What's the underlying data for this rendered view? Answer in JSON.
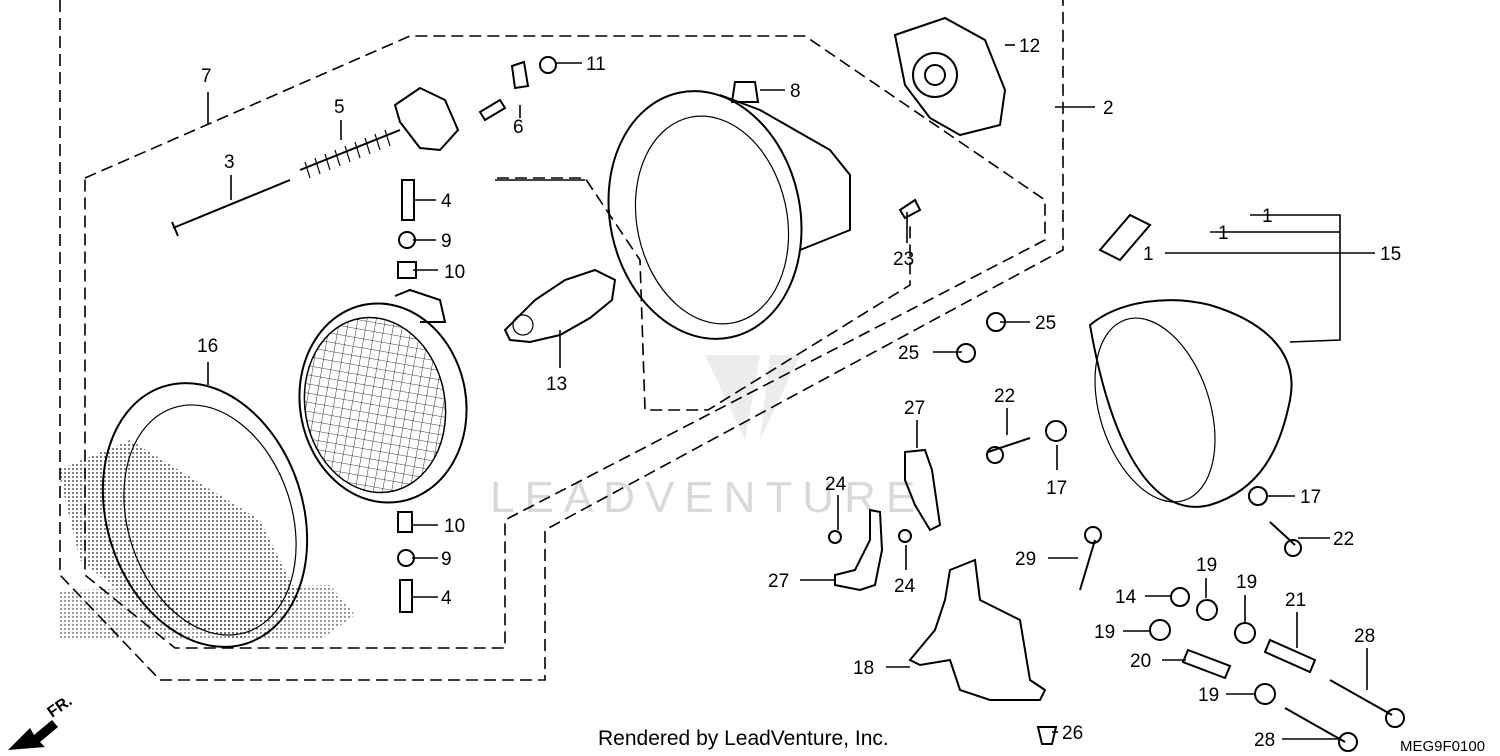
{
  "labels": {
    "p1a": "1",
    "p1b": "1",
    "p1c": "1",
    "p2": "2",
    "p3": "3",
    "p4a": "4",
    "p4b": "4",
    "p5": "5",
    "p6": "6",
    "p7": "7",
    "p8": "8",
    "p9a": "9",
    "p9b": "9",
    "p10a": "10",
    "p10b": "10",
    "p11": "11",
    "p12": "12",
    "p13": "13",
    "p14": "14",
    "p15": "15",
    "p16": "16",
    "p17a": "17",
    "p17b": "17",
    "p18": "18",
    "p19a": "19",
    "p19b": "19",
    "p19c": "19",
    "p19d": "19",
    "p20": "20",
    "p21": "21",
    "p22a": "22",
    "p22b": "22",
    "p23": "23",
    "p24a": "24",
    "p24b": "24",
    "p25a": "25",
    "p25b": "25",
    "p26": "26",
    "p27a": "27",
    "p27b": "27",
    "p28a": "28",
    "p28b": "28",
    "p29": "29"
  },
  "watermark": "LEADVENTURE",
  "direction_label": "FR.",
  "footer": {
    "rendered_by": "Rendered by LeadVenture, Inc.",
    "diagram_code": "MEG9F0100"
  }
}
